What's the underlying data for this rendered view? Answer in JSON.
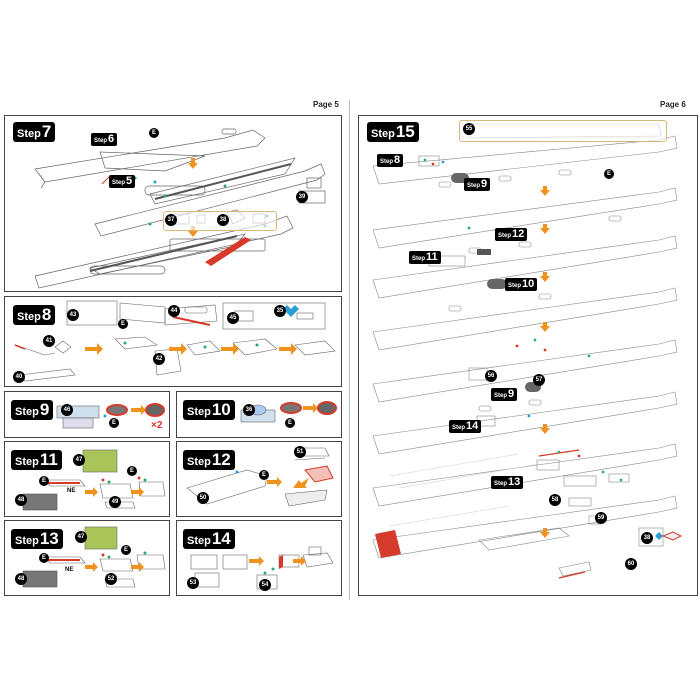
{
  "pages": {
    "left": {
      "label": "Page 5"
    },
    "right": {
      "label": "Page 6"
    }
  },
  "step_word": "Step",
  "steps": {
    "s7": "7",
    "s8": "8",
    "s9": "9",
    "s10": "10",
    "s11": "11",
    "s12": "12",
    "s13": "13",
    "s14": "14",
    "s15": "15"
  },
  "substeps": {
    "s7_a": "6",
    "s7_b": "5",
    "s15_a": "8",
    "s15_b": "9",
    "s15_c": "12",
    "s15_d": "11",
    "s15_e": "10",
    "s15_f": "9",
    "s15_g": "14",
    "s15_h": "13"
  },
  "parts": {
    "p37": "37",
    "p38": "38",
    "p39": "39",
    "p40": "40",
    "p41": "41",
    "p42": "42",
    "p43": "43",
    "p44": "44",
    "p45": "45",
    "p35": "35",
    "p46": "46",
    "p36": "36",
    "p47a": "47",
    "p48a": "48",
    "p49": "49",
    "p50": "50",
    "p51": "51",
    "p47b": "47",
    "p48b": "48",
    "p52": "52",
    "p53": "53",
    "p54": "54",
    "p55": "55",
    "p56": "56",
    "p57": "57",
    "p58": "58",
    "p59": "59",
    "p60": "60",
    "p38b": "38"
  },
  "marks": {
    "e": "E"
  },
  "tags": {
    "ne": "NE"
  },
  "multiplier": "×2",
  "colors": {
    "orange": "#f0921e",
    "red": "#d63a2a",
    "blue": "#2a9fd6",
    "green": "#2bab6a",
    "olive": "#a9c55a",
    "dark": "#555555"
  }
}
